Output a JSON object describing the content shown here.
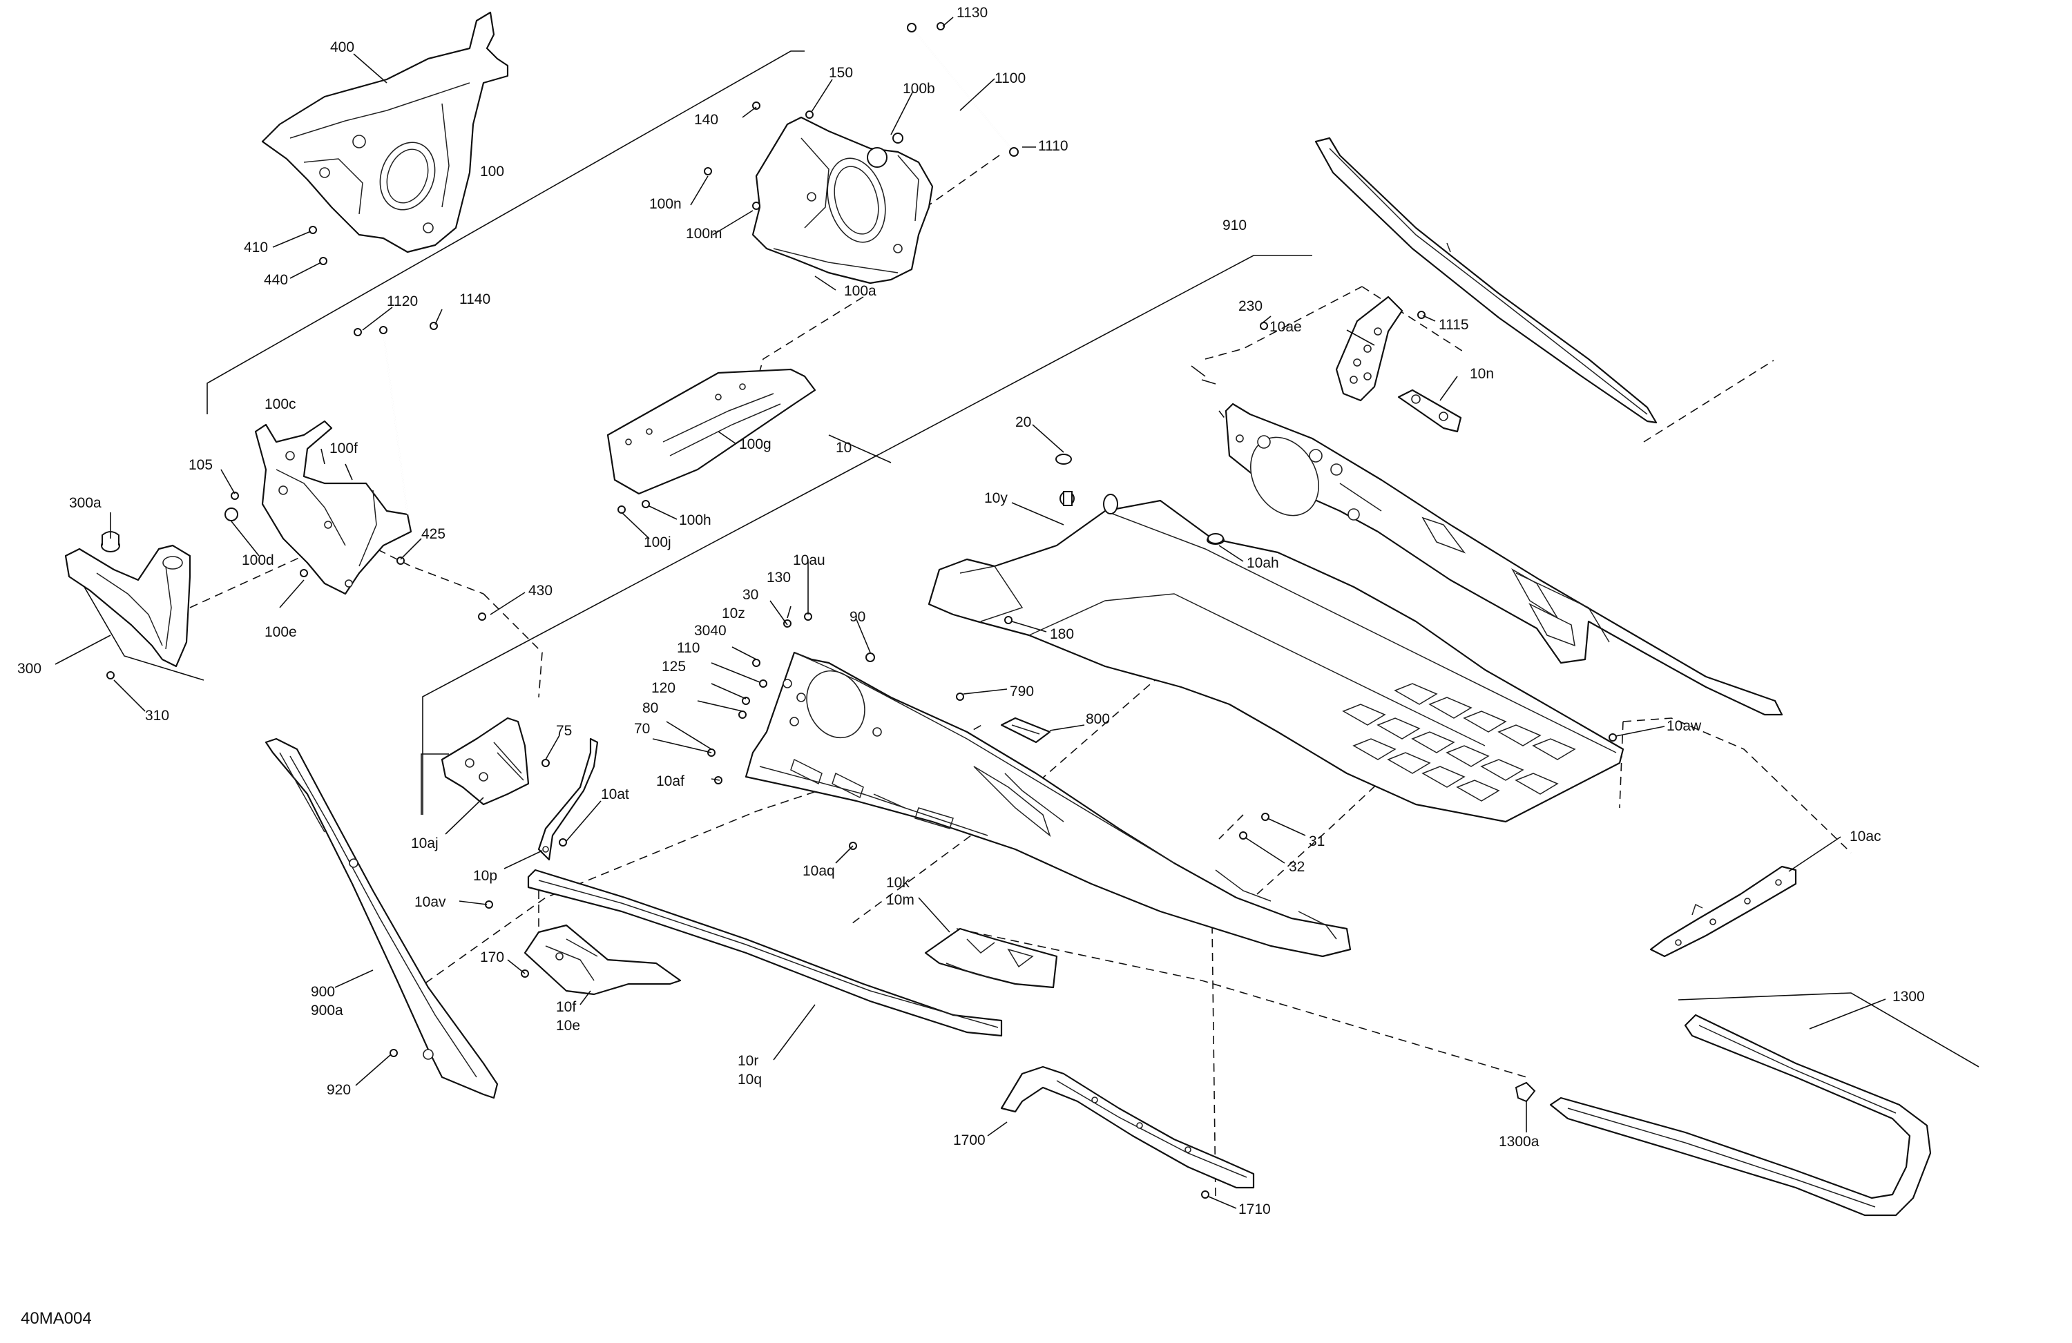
{
  "drawing": {
    "reference": "40MA004"
  },
  "callouts": {
    "c400": "400",
    "c150": "150",
    "c140": "140",
    "c100b": "100b",
    "c1130": "1130",
    "c1100": "1100",
    "c1110": "1110",
    "c100": "100",
    "c100n": "100n",
    "c100m": "100m",
    "c100a": "100a",
    "c410": "410",
    "c440": "440",
    "c910": "910",
    "c1120": "1120",
    "c1140": "1140",
    "c230": "230",
    "c1115": "1115",
    "c10ae": "10ae",
    "c10n": "10n",
    "c100c": "100c",
    "c100f": "100f",
    "c105": "105",
    "c300a": "300a",
    "c100d": "100d",
    "c425": "425",
    "c100e": "100e",
    "c430": "430",
    "c300": "300",
    "c310": "310",
    "c100g": "100g",
    "c100h": "100h",
    "c100j": "100j",
    "c10": "10",
    "c20": "20",
    "c10y": "10y",
    "c10ah": "10ah",
    "c180": "180",
    "c10au": "10au",
    "c130": "130",
    "c30": "30",
    "c10z": "10z",
    "c3040": "3040",
    "c90": "90",
    "c110": "110",
    "c125": "125",
    "c120": "120",
    "c80": "80",
    "c70": "70",
    "c10af": "10af",
    "c790": "790",
    "c800": "800",
    "c75": "75",
    "c10aj": "10aj",
    "c10at": "10at",
    "c10p": "10p",
    "c10av": "10av",
    "c10aq": "10aq",
    "c10w": "10aw",
    "c31": "31",
    "c32": "32",
    "c10ac": "10ac",
    "c10k": "10k",
    "c10m": "10m",
    "c170": "170",
    "c10f": "10f",
    "c10e": "10e",
    "c10r": "10r",
    "c10q": "10q",
    "c900": "900",
    "c900a": "900a",
    "c920": "920",
    "c1300": "1300",
    "c1300a": "1300a",
    "c1700": "1700",
    "c1710": "1710"
  },
  "colors": {
    "line": "#111111",
    "background": "#ffffff"
  }
}
